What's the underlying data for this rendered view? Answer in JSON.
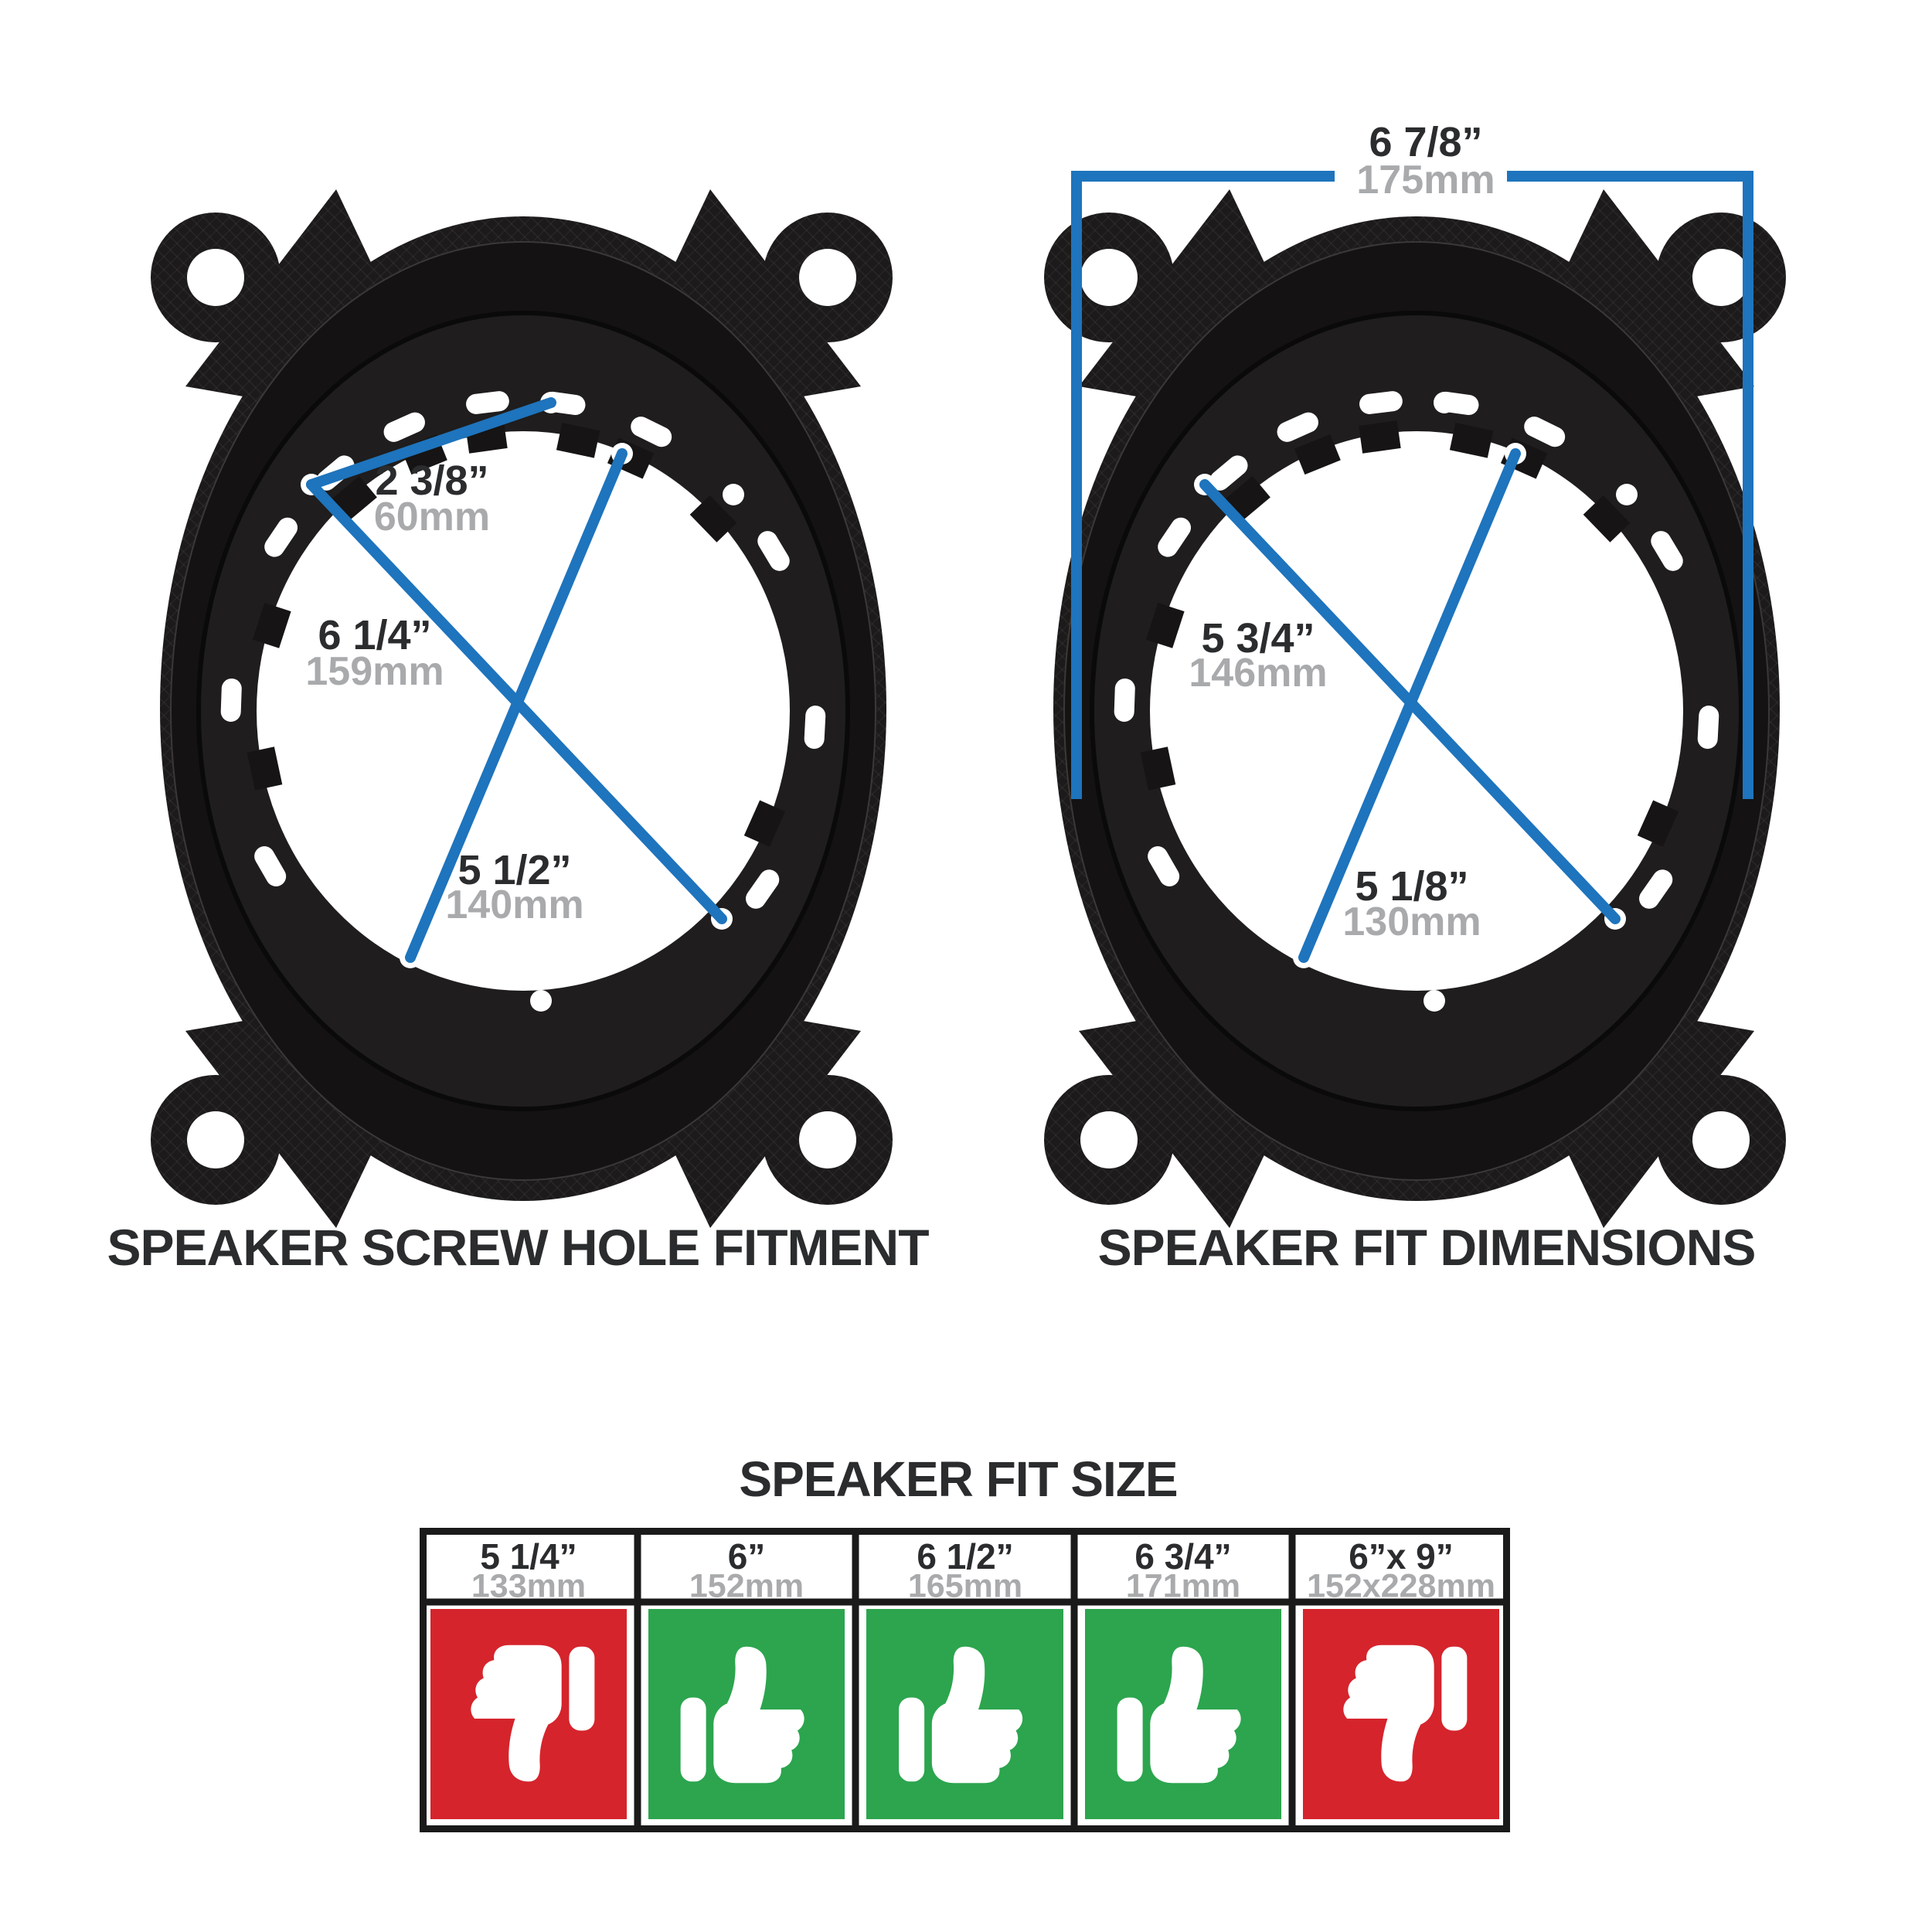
{
  "diagrams": {
    "left": {
      "caption": "SPEAKER SCREW HOLE FITMENT",
      "measurements": [
        {
          "name": "screw-hole-spacing",
          "in": "2 3/8”",
          "mm": "60mm"
        },
        {
          "name": "screw-diagonal-long",
          "in": "6 1/4”",
          "mm": "159mm"
        },
        {
          "name": "screw-diagonal-short",
          "in": "5 1/2”",
          "mm": "140mm"
        }
      ]
    },
    "right": {
      "caption": "SPEAKER FIT DIMENSIONS",
      "measurements": [
        {
          "name": "overall-width",
          "in": "6 7/8”",
          "mm": "175mm"
        },
        {
          "name": "fit-diagonal-long",
          "in": "5 3/4”",
          "mm": "146mm"
        },
        {
          "name": "fit-diagonal-short",
          "in": "5 1/8”",
          "mm": "130mm"
        }
      ]
    }
  },
  "fit_table": {
    "title": "SPEAKER FIT SIZE",
    "columns": [
      {
        "size": "5 1/4”",
        "mm": "133mm",
        "fit": "no"
      },
      {
        "size": "6”",
        "mm": "152mm",
        "fit": "yes"
      },
      {
        "size": "6 1/2”",
        "mm": "165mm",
        "fit": "yes"
      },
      {
        "size": "6 3/4”",
        "mm": "171mm",
        "fit": "yes"
      },
      {
        "size": "6”x 9”",
        "mm": "152x228mm",
        "fit": "no"
      }
    ]
  },
  "colors": {
    "blue": "#1e74bd",
    "red": "#d5242c",
    "green": "#2ca54e",
    "text_dark": "#2a2c2e",
    "text_gray": "#a8aaac"
  }
}
